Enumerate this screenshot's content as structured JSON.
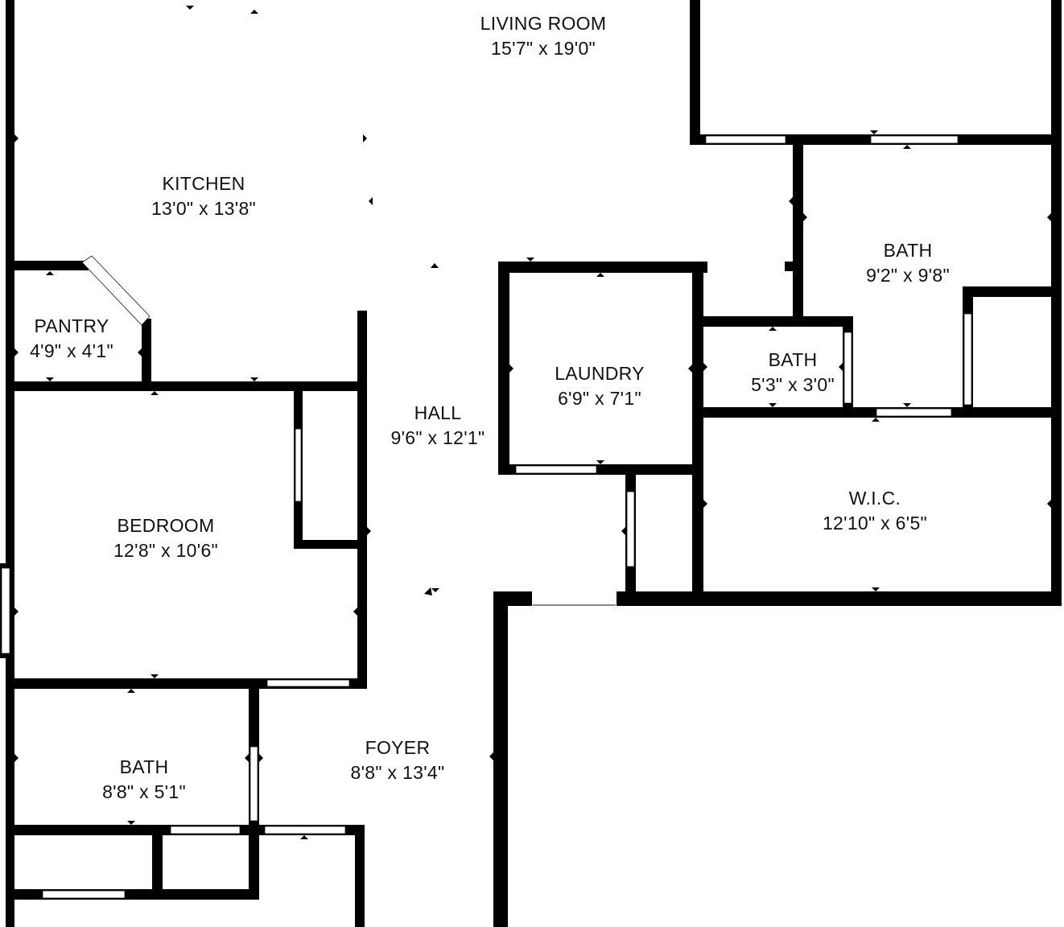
{
  "plan": {
    "wall_color": "#000000",
    "background_color": "#ffffff",
    "opening_color": "#ffffff",
    "rooms": {
      "living_room": {
        "name": "LIVING ROOM",
        "dims": "15'7\" x 19'0\""
      },
      "kitchen": {
        "name": "KITCHEN",
        "dims": "13'0\" x 13'8\""
      },
      "pantry": {
        "name": "PANTRY",
        "dims": "4'9\" x 4'1\""
      },
      "laundry": {
        "name": "LAUNDRY",
        "dims": "6'9\" x 7'1\""
      },
      "bath_master": {
        "name": "BATH",
        "dims": "9'2\" x 9'8\""
      },
      "bath_small": {
        "name": "BATH",
        "dims": "5'3\" x 3'0\""
      },
      "hall": {
        "name": "HALL",
        "dims": "9'6\" x 12'1\""
      },
      "wic": {
        "name": "W.I.C.",
        "dims": "12'10\" x 6'5\""
      },
      "bedroom": {
        "name": "BEDROOM",
        "dims": "12'8\" x 10'6\""
      },
      "bath_lower": {
        "name": "BATH",
        "dims": "8'8\" x 5'1\""
      },
      "foyer": {
        "name": "FOYER",
        "dims": "8'8\" x 13'4\""
      }
    }
  }
}
